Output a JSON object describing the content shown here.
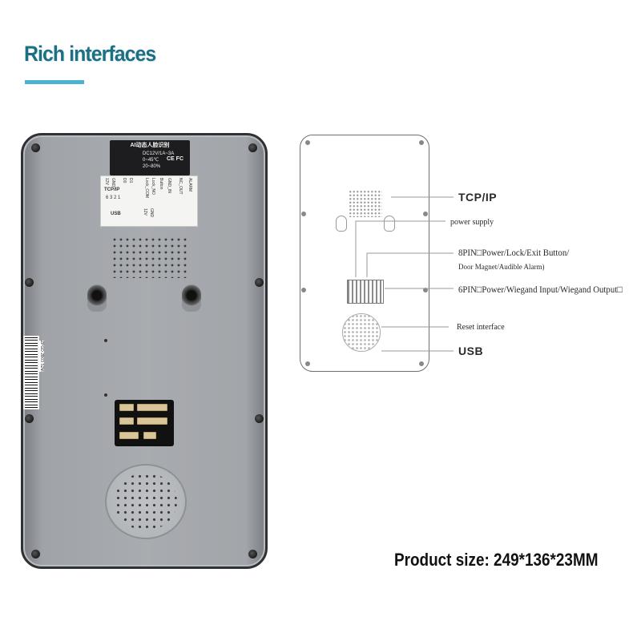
{
  "heading": {
    "title": "Rich interfaces"
  },
  "device": {
    "label_black": {
      "title": "AI动态人脸识别",
      "lines": [
        "DC12V/1A~3A",
        "0~45℃",
        "20~80%"
      ],
      "marks": "CE FC"
    },
    "label_white": {
      "tcpip": "TCP/IP",
      "tcpip_pins": "6  3  2  1",
      "usb": "USB",
      "pins_left": [
        "12V",
        "GND",
        "D0",
        "D1"
      ],
      "pins_right": [
        "12V",
        "GND",
        "Lock_COM",
        "Lock_NO",
        "Button",
        "GND_IN",
        "NC_OUT",
        "ALARM"
      ]
    },
    "barcode_text": "ZPGD 2B03 S2M"
  },
  "callouts": {
    "tcpip": "TCP/IP",
    "power_supply": "power supply",
    "pin8_line1": "8PIN□Power/Lock/Exit Button/",
    "pin8_line2": "Door Magnet/Audible Alarm)",
    "pin6": "6PIN□Power/Wiegand Input/Wiegand Output□",
    "reset": "Reset interface",
    "usb": "USB"
  },
  "product_size": "Product size: 249*136*23MM",
  "colors": {
    "heading": "#1f6f84",
    "underline": "#49b3d1",
    "device": "#a8abaf"
  }
}
